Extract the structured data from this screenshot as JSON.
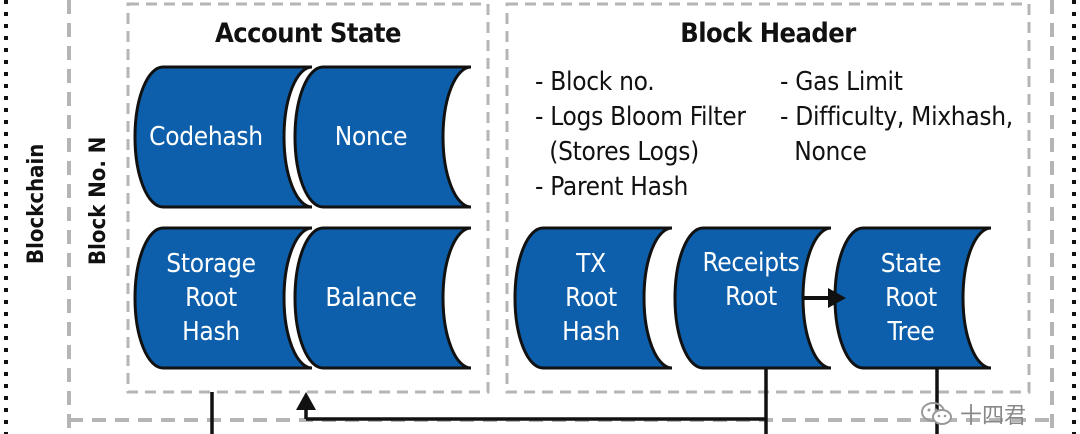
{
  "blockchain": {
    "label": "Blockchain"
  },
  "block": {
    "label": "Block No. N"
  },
  "account_state": {
    "title": "Account State",
    "items": [
      {
        "label": "Codehash"
      },
      {
        "label": "Nonce"
      },
      {
        "label": "Storage\nRoot\nHash"
      },
      {
        "label": "Balance"
      }
    ]
  },
  "block_header": {
    "title": "Block Header",
    "fields_left": [
      "- Block no.",
      "- Logs Bloom Filter",
      "  (Stores Logs)",
      "- Parent Hash"
    ],
    "fields_right": [
      "- Gas Limit",
      "- Difficulty, Mixhash,",
      "  Nonce"
    ],
    "roots": [
      {
        "label": "TX\nRoot\nHash"
      },
      {
        "label": "Receipts\nRoot"
      },
      {
        "label": "State\nRoot\nTree"
      }
    ]
  },
  "watermark": {
    "text": "十四君",
    "icon": "wechat-icon"
  },
  "colors": {
    "cylinder_fill": "#0d5fab",
    "cylinder_stroke": "#111111",
    "dashed_border": "#b5b5b5"
  }
}
